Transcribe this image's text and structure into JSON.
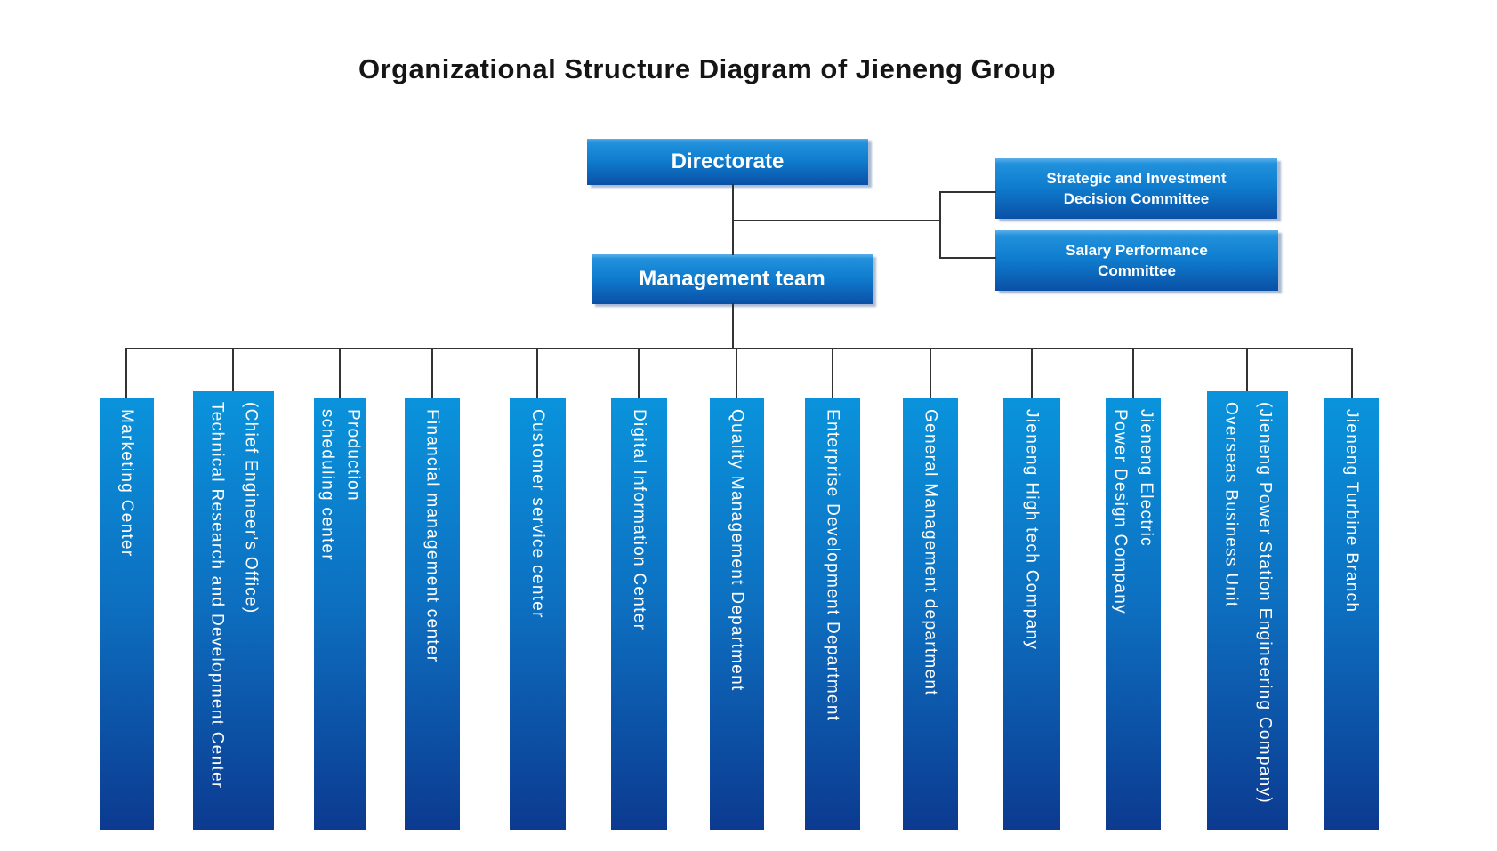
{
  "title": "Organizational Structure Diagram of Jieneng Group",
  "top_boxes": {
    "directorate": {
      "label": "Directorate"
    },
    "management": {
      "label": "Management team"
    }
  },
  "committees": [
    {
      "label": "Strategic and Investment\nDecision Committee"
    },
    {
      "label": "Salary Performance\nCommittee"
    }
  ],
  "units": [
    {
      "label": "Marketing Center"
    },
    {
      "label": "(Chief Engineer's Office)\nTechnical Research and Development Center"
    },
    {
      "label": "Production\nscheduling center"
    },
    {
      "label": "Financial management center"
    },
    {
      "label": "Customer service center"
    },
    {
      "label": "Digital Information Center"
    },
    {
      "label": "Quality Management Department"
    },
    {
      "label": "Enterprise Development Department"
    },
    {
      "label": "General Management department"
    },
    {
      "label": "Jieneng High tech Company"
    },
    {
      "label": "Jieneng Electric\nPower Design Company"
    },
    {
      "label": "(Jieneng Power Station Engineering Company)\nOverseas Business Unit"
    },
    {
      "label": "Jieneng Turbine Branch"
    }
  ],
  "colors": {
    "unit_gradient_top": "#0a93dc",
    "unit_gradient_bottom": "#0c3a90",
    "hbox_gradient_top": "#5cafe9",
    "hbox_gradient_bottom": "#0a50a7",
    "connector": "#333333",
    "box_text": "#ffffff",
    "title_text": "#151515"
  }
}
